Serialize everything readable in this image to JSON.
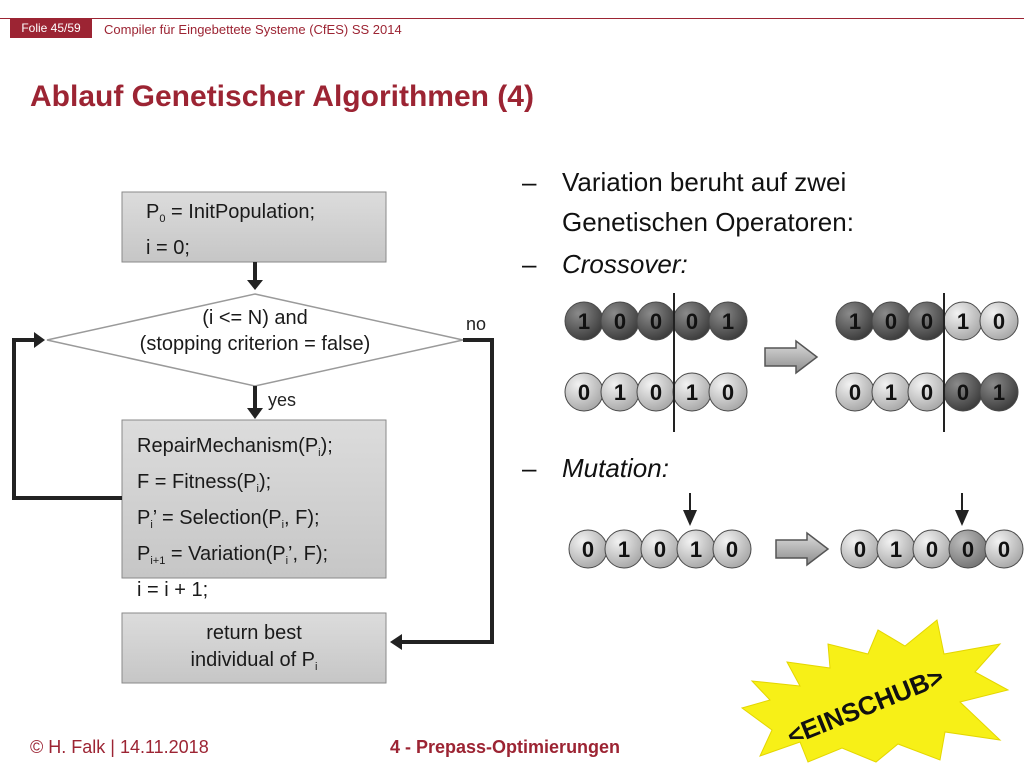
{
  "header": {
    "slide_badge": "Folie 45/59",
    "course": "Compiler für Eingebettete Systeme (CfES) SS 2014"
  },
  "title": "Ablauf Genetischer Algorithmen (4)",
  "flowchart": {
    "init": {
      "line1_pre": "P",
      "line1_sub": "0",
      "line1_post": " = InitPopulation;",
      "line2": "i = 0;"
    },
    "decision": {
      "line1": "(i <= N) and",
      "line2": "(stopping criterion = false)"
    },
    "yes_label": "yes",
    "no_label": "no",
    "loop": {
      "l1_pre": "RepairMechanism(P",
      "l1_sub": "i",
      "l1_post": ");",
      "l2_pre": "F = Fitness(P",
      "l2_sub": "i",
      "l2_post": ");",
      "l3_pre": "P",
      "l3_sub": "i",
      "l3_post": "’ = Selection(P",
      "l3_sub2": "i",
      "l3_post2": ", F);",
      "l4_pre": "P",
      "l4_sub": "i+1",
      "l4_post": " = Variation(P",
      "l4_sub2": "i",
      "l4_post2": "’, F);",
      "l5": "i = i + 1;"
    },
    "return": {
      "line1": "return best",
      "line2_pre": "individual of P",
      "line2_sub": "i"
    }
  },
  "bullets": {
    "dash": "–",
    "b1_line1": "Variation beruht auf zwei",
    "b1_line2": "Genetischen Operatoren:",
    "b2": "Crossover:",
    "b3": "Mutation:"
  },
  "crossover": {
    "parent_a": [
      "1",
      "0",
      "0",
      "0",
      "1"
    ],
    "parent_b": [
      "0",
      "1",
      "0",
      "1",
      "0"
    ],
    "child_a": [
      "1",
      "0",
      "0",
      "1",
      "0"
    ],
    "child_b": [
      "0",
      "1",
      "0",
      "0",
      "1"
    ]
  },
  "mutation": {
    "before": [
      "0",
      "1",
      "0",
      "1",
      "0"
    ],
    "after": [
      "0",
      "1",
      "0",
      "0",
      "0"
    ]
  },
  "stamp": "<EINSCHUB>",
  "footer": {
    "author": "© H. Falk | 14.11.2018",
    "chapter": "4 - Prepass-Optimierungen"
  }
}
